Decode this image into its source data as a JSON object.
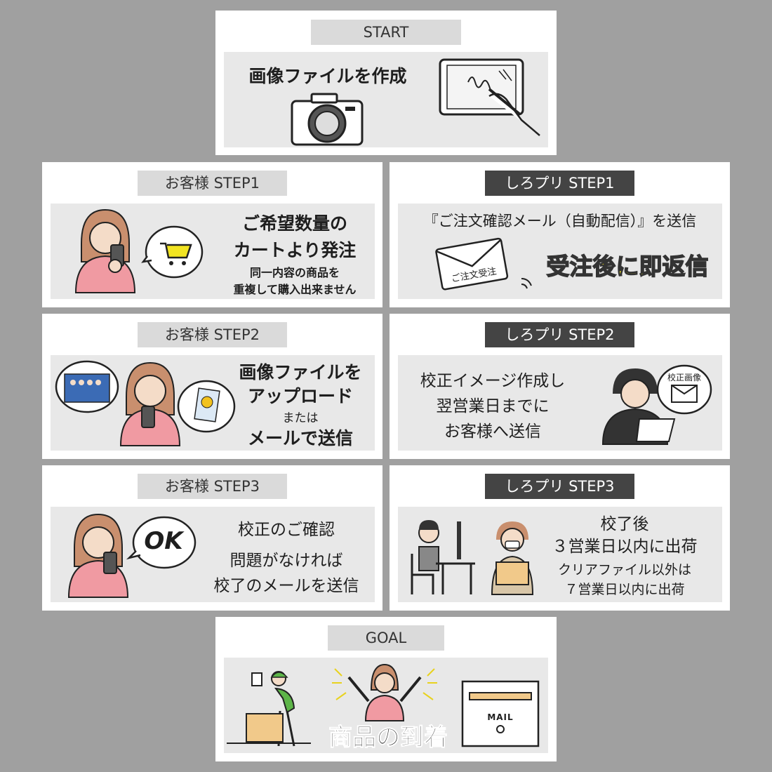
{
  "start": {
    "label": "START",
    "text": "画像ファイルを作成"
  },
  "customer": [
    {
      "label": "お客様 STEP1",
      "line1": "ご希望数量の",
      "line2": "カートより発注",
      "note1": "同一内容の商品を",
      "note2": "重複して購入出来ません"
    },
    {
      "label": "お客様 STEP2",
      "line1": "画像ファイルを",
      "line2": "アップロード",
      "line3": "または",
      "line4": "メールで送信"
    },
    {
      "label": "お客様 STEP3",
      "line1": "校正のご確認",
      "line2": "問題がなければ",
      "line3": "校了のメールを送信",
      "bubble": "OK"
    }
  ],
  "shiropuri": [
    {
      "label": "しろプリ STEP1",
      "line1": "『ご注文確認メール（自動配信）』を送信",
      "envelope": "ご注文受注",
      "highlight": "受注後に即返信"
    },
    {
      "label": "しろプリ STEP2",
      "line1": "校正イメージ作成し",
      "line2": "翌営業日までに",
      "line3": "お客様へ送信",
      "bubble": "校正画像"
    },
    {
      "label": "しろプリ STEP3",
      "line1": "校了後",
      "line2": "３営業日以内に出荷",
      "line3": "クリアファイル以外は",
      "line4": "７営業日以内に出荷"
    }
  ],
  "goal": {
    "label": "GOAL",
    "text": "商品の到着",
    "mailbox": "MAIL"
  },
  "colors": {
    "background": "#a0a0a0",
    "skin": "#f4dcc8",
    "hair": "#c98f6e",
    "shirt_pink": "#f09aa2",
    "highlight_yellow": "#f2e422",
    "box": "#f1c98a",
    "green": "#5db548"
  }
}
